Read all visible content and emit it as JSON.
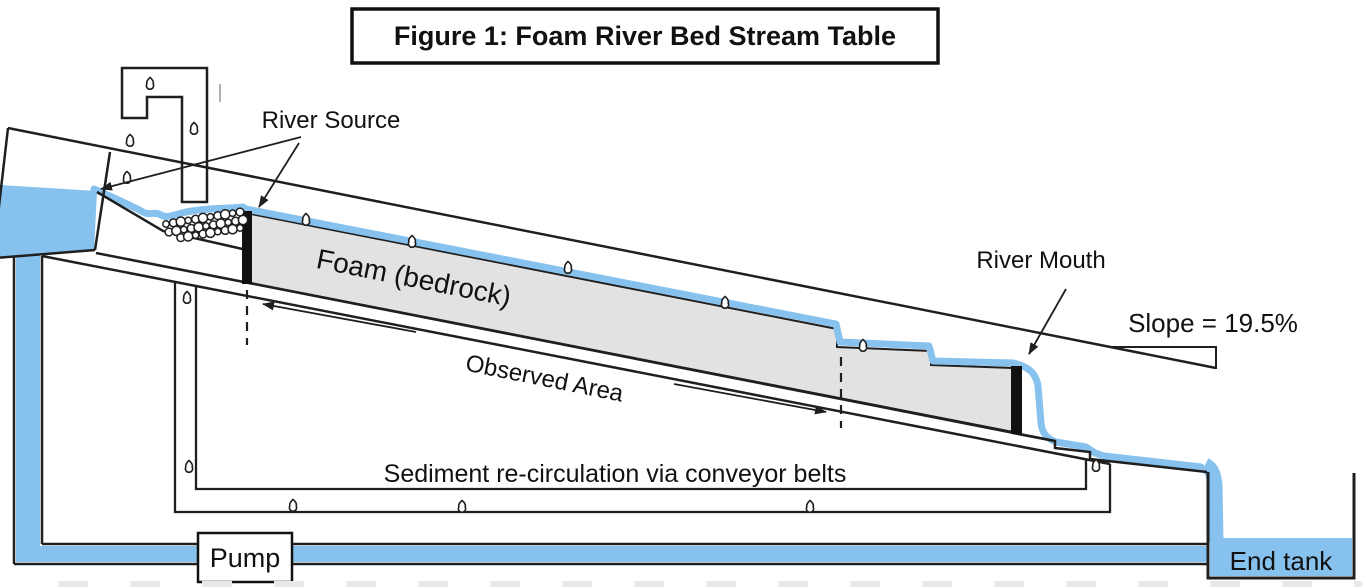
{
  "title": "Figure 1: Foam River Bed Stream Table",
  "labels": {
    "river_source": "River Source",
    "river_mouth": "River Mouth",
    "slope": "Slope = 19.5%",
    "foam": "Foam (bedrock)",
    "observed_area": "Observed Area",
    "sediment": "Sediment re-circulation via conveyor belts",
    "pump": "Pump",
    "end_tank": "End tank"
  },
  "colors": {
    "water": "#87c1ed",
    "foam": "#e2e2e2",
    "line": "#1f1f1f"
  }
}
